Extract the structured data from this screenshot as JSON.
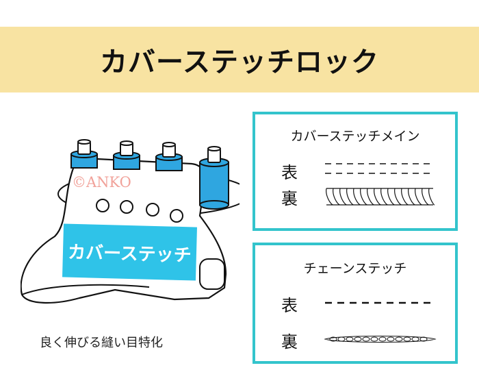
{
  "title": "カバーステッチロック",
  "machine": {
    "label": "カバーステッチ",
    "watermark": "©ANKO",
    "spool_color": "#2fa6e0"
  },
  "caption": "良く伸びる縫い目特化",
  "panels": [
    {
      "title": "カバーステッチメイン",
      "front_label": "表",
      "back_label": "裏",
      "front_stitch": "double-dashed-lines",
      "back_stitch": "looped-coil"
    },
    {
      "title": "チェーンステッチ",
      "front_label": "表",
      "back_label": "裏",
      "front_stitch": "single-dashed-line",
      "back_stitch": "chain-loops"
    }
  ],
  "colors": {
    "banner": "#f8e3a2",
    "accent": "#2fc3e8",
    "panel_border": "#33c4cc"
  }
}
